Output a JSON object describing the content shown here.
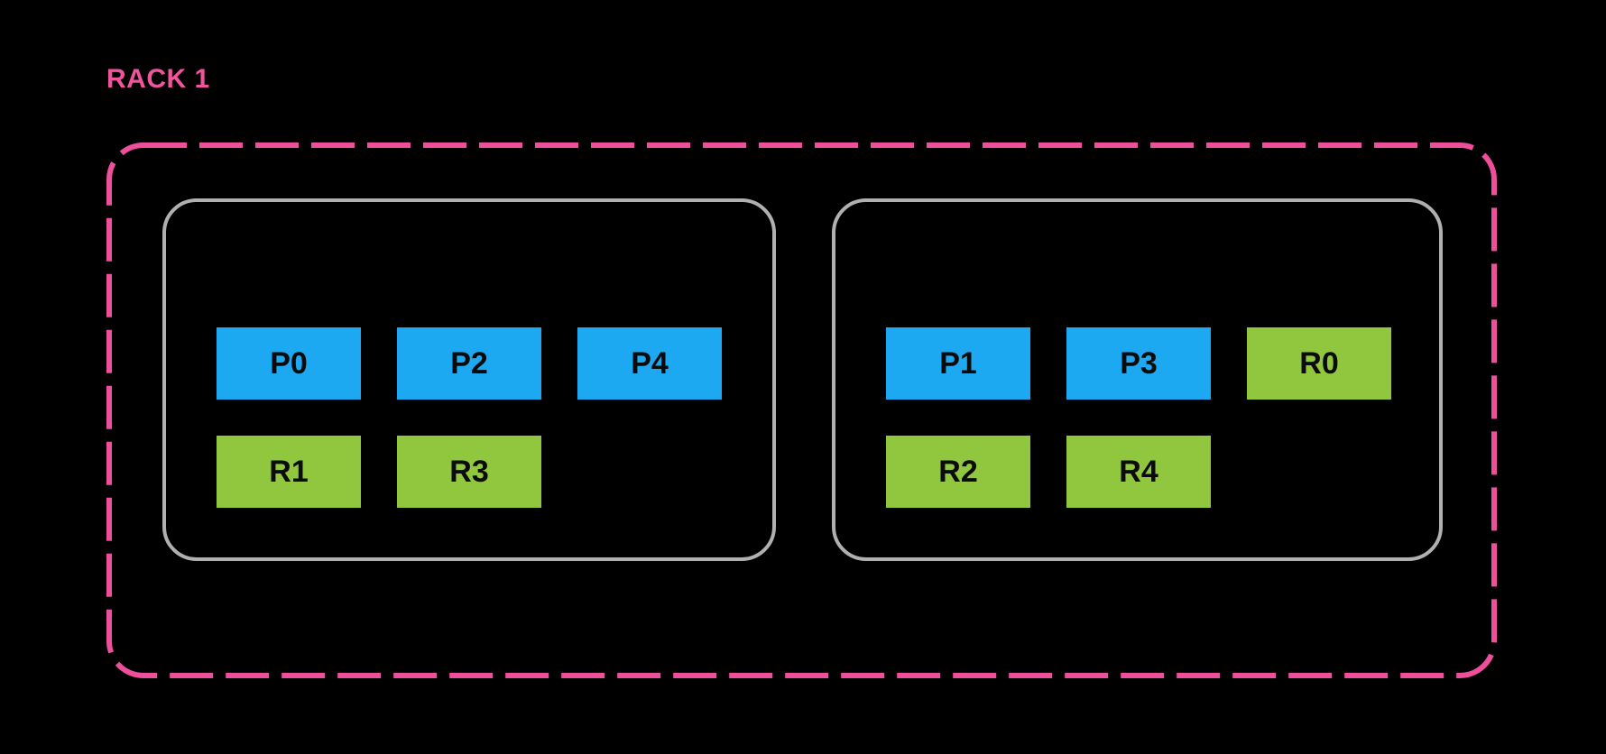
{
  "rack": {
    "label": "RACK 1",
    "nodes": [
      {
        "rows": [
          [
            {
              "label": "P0",
              "kind": "primary"
            },
            {
              "label": "P2",
              "kind": "primary"
            },
            {
              "label": "P4",
              "kind": "primary"
            }
          ],
          [
            {
              "label": "R1",
              "kind": "replica"
            },
            {
              "label": "R3",
              "kind": "replica"
            }
          ]
        ]
      },
      {
        "rows": [
          [
            {
              "label": "P1",
              "kind": "primary"
            },
            {
              "label": "P3",
              "kind": "primary"
            },
            {
              "label": "R0",
              "kind": "replica"
            }
          ],
          [
            {
              "label": "R2",
              "kind": "replica"
            },
            {
              "label": "R4",
              "kind": "replica"
            }
          ]
        ]
      }
    ]
  },
  "colors": {
    "background": "#000000",
    "rack_border": "#EE4F9B",
    "rack_label": "#F0549C",
    "node_border": "#B0B0B0",
    "primary_box": "#1DA9F1",
    "replica_box": "#90C73E",
    "box_text": "#0B0B0B"
  }
}
